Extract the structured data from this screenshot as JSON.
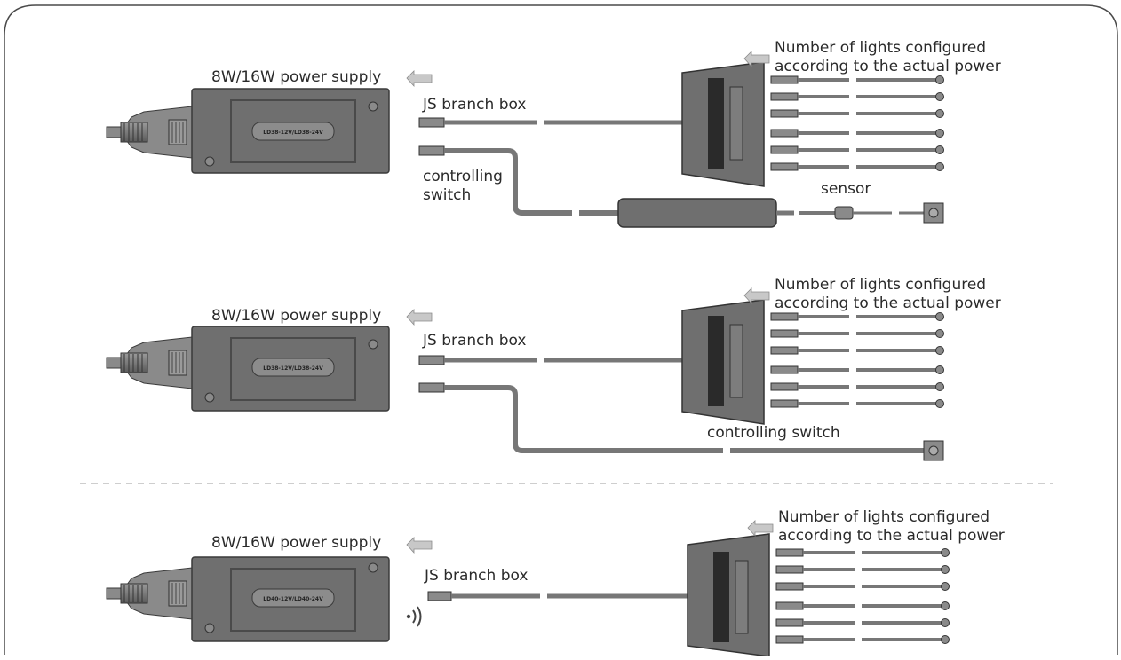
{
  "colors": {
    "device_body": "#6f6f6f",
    "device_edge": "#3a3a3a",
    "cable": "#7a7a7a",
    "cable_edge": "#3c3c3c",
    "arrow": "#c8c8c8",
    "divider": "#b0b0b0",
    "frame": "#4a4a4a"
  },
  "sections": [
    {
      "power_label": "8W/16W power supply",
      "psu_model": "LD38-12V/LD38-24V",
      "branch_label": "JS branch box",
      "lights_note_line1": "Number of lights configured",
      "lights_note_line2": "according to the actual power",
      "switch_label_line1": "controlling",
      "switch_label_line2": "switch",
      "sensor_label": "sensor"
    },
    {
      "power_label": "8W/16W power supply",
      "psu_model": "LD38-12V/LD38-24V",
      "branch_label": "JS branch box",
      "lights_note_line1": "Number of lights configured",
      "lights_note_line2": "according to the actual power",
      "switch_label": "controlling switch"
    },
    {
      "power_label": "8W/16W power supply",
      "psu_model": "LD40-12V/LD40-24V",
      "branch_label": "JS branch box",
      "lights_note_line1": "Number of lights configured",
      "lights_note_line2": "according to the actual power",
      "wireless_icon": "wireless-signal-icon"
    }
  ]
}
